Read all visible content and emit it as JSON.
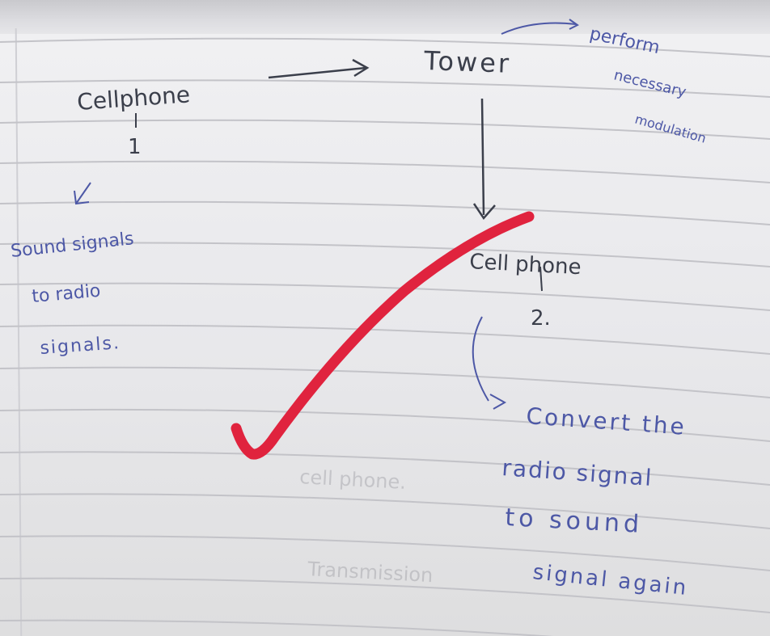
{
  "notes": {
    "cellphone1": {
      "label": "Cellphone",
      "number": "1"
    },
    "tower": {
      "label": "Tower"
    },
    "tower_note": {
      "lines": [
        "perform",
        "necessary",
        "modulation"
      ]
    },
    "left_note": {
      "lines": [
        "Sound signals",
        "to radio",
        "signals."
      ]
    },
    "cellphone2": {
      "label": "Cell phone",
      "number": "2."
    },
    "bottom_note": {
      "lines": [
        "Convert the",
        "radio signal",
        "to sound",
        "signal again"
      ]
    }
  },
  "faint_print": {
    "lines": [
      "cell phone.",
      "Transmission"
    ]
  },
  "colors": {
    "paper": "#ececef",
    "rule": "#c3c3c8",
    "pencil": "#3b3f4b",
    "blue_ink": "#4d58a6",
    "check_mark": "#e0233e"
  }
}
